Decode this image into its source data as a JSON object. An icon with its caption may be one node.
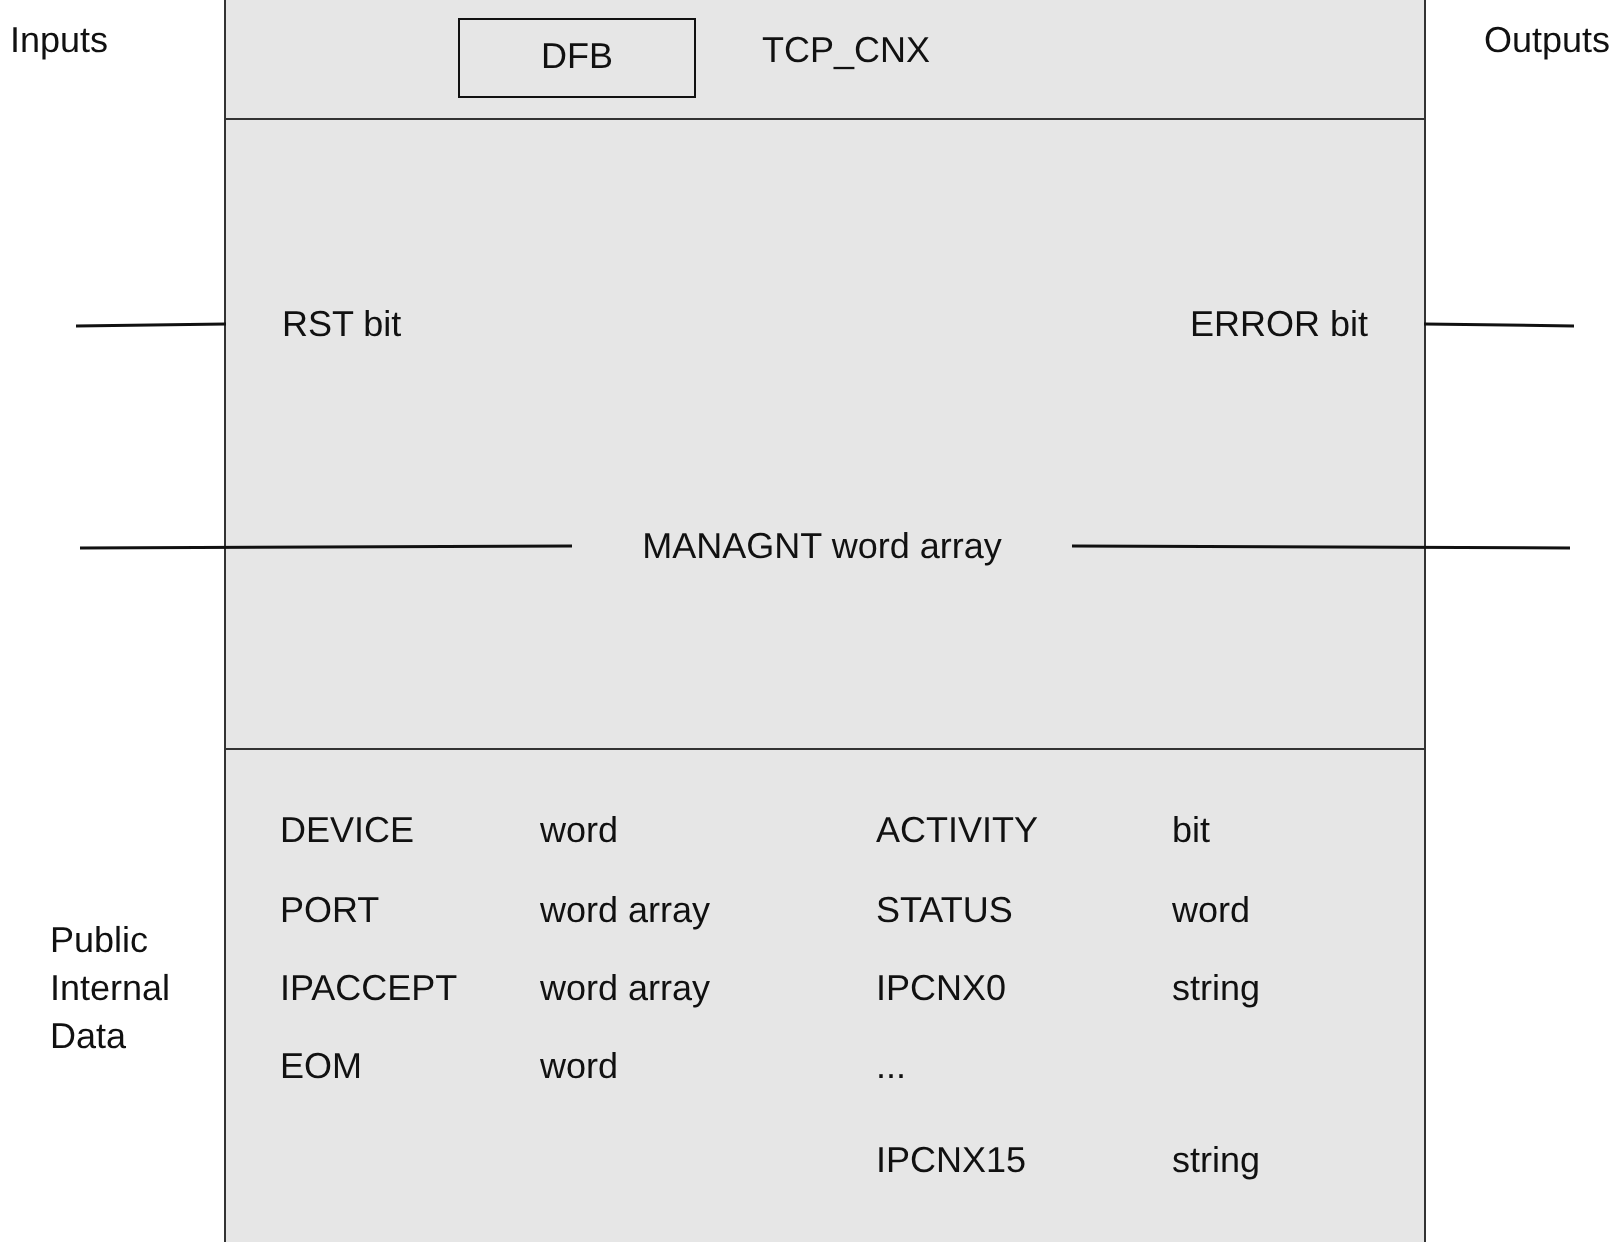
{
  "diagram": {
    "nodes": [
      {
        "text": [
          "TCP_CNX"
        ]
      },
      {
        "text": [
          "DFB"
        ],
        "in": 0
      },
      {
        "text": [
          "RST bit"
        ],
        "in": 0
      },
      {
        "text": [
          "ERROR bit"
        ],
        "in": 0
      },
      {
        "text": [
          "MANAGNT word array"
        ],
        "in": 0
      }
    ],
    "edges": [
      {
        "from": null,
        "to": 2,
        "arrow": "none"
      },
      {
        "from": 3,
        "to": null,
        "arrow": "none"
      },
      {
        "from": null,
        "to": 4,
        "arrow": "none"
      },
      {
        "from": 4,
        "to": null,
        "arrow": "none"
      }
    ],
    "labels": [
      "Inputs",
      "Outputs",
      "DEVICE",
      "word",
      "ACTIVITY",
      "bit",
      "Public Internal Data",
      "PORT",
      "word array",
      "STATUS",
      "word",
      "IPACCEPT",
      "word array",
      "IPCNX0",
      "string",
      "EOM",
      "word",
      "...",
      "IPCNX15",
      "string"
    ]
  }
}
